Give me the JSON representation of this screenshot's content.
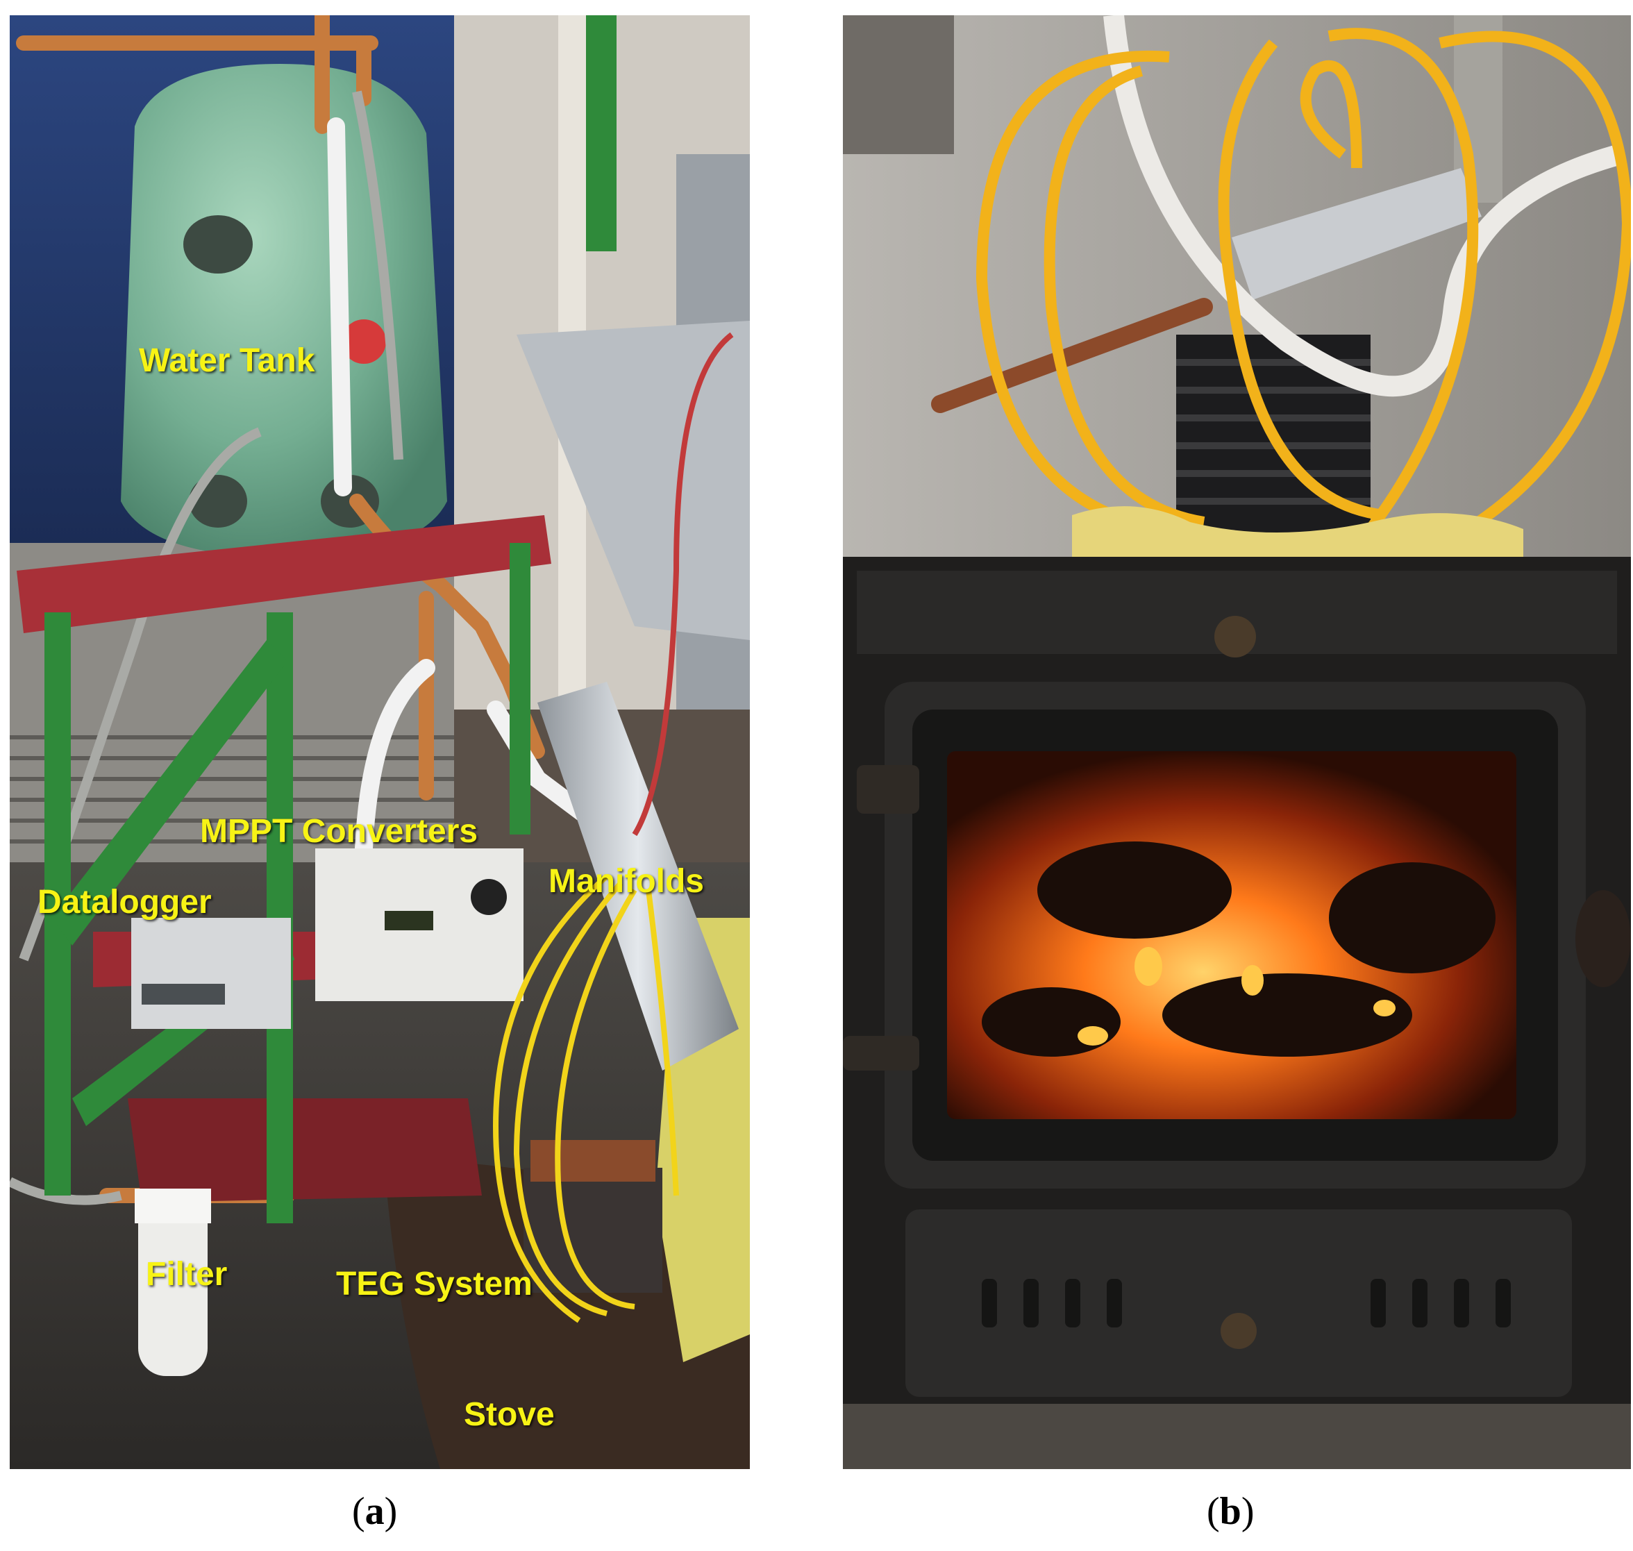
{
  "panel_a": {
    "labels": {
      "water_tank": "Water Tank",
      "mppt": "MPPT Converters",
      "manifolds": "Manifolds",
      "datalogger": "Datalogger",
      "filter": "Filter",
      "teg": "TEG System",
      "stove": "Stove"
    },
    "caption_letter": "a"
  },
  "panel_b": {
    "caption_letter": "b"
  },
  "colors": {
    "label_yellow": "#f7f315",
    "tank_green": "#7fb49a",
    "frame_green": "#2f8a3a",
    "shelf_red": "#a83038",
    "hose_yellow": "#f2c21a",
    "fire_orange": "#ff7a1a"
  }
}
